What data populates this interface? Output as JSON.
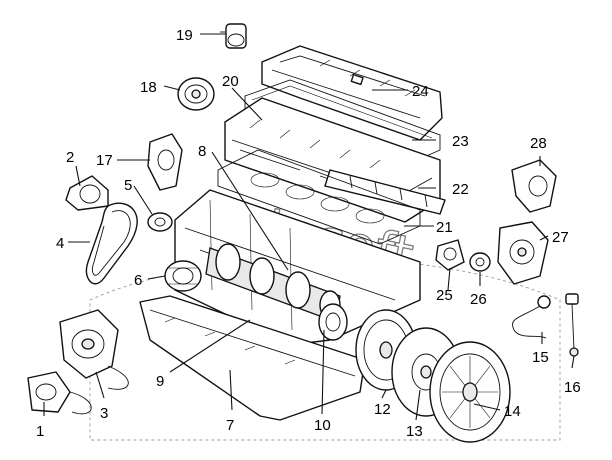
{
  "callouts": [
    {
      "id": "1",
      "label": "1"
    },
    {
      "id": "2",
      "label": "2"
    },
    {
      "id": "3",
      "label": "3"
    },
    {
      "id": "4",
      "label": "4"
    },
    {
      "id": "5",
      "label": "5"
    },
    {
      "id": "6",
      "label": "6"
    },
    {
      "id": "7",
      "label": "7"
    },
    {
      "id": "8",
      "label": "8"
    },
    {
      "id": "9",
      "label": "9"
    },
    {
      "id": "10",
      "label": "10"
    },
    {
      "id": "12",
      "label": "12"
    },
    {
      "id": "13",
      "label": "13"
    },
    {
      "id": "14",
      "label": "14"
    },
    {
      "id": "15",
      "label": "15"
    },
    {
      "id": "16",
      "label": "16"
    },
    {
      "id": "17",
      "label": "17"
    },
    {
      "id": "18",
      "label": "18"
    },
    {
      "id": "19",
      "label": "19"
    },
    {
      "id": "20",
      "label": "20"
    },
    {
      "id": "21",
      "label": "21"
    },
    {
      "id": "22",
      "label": "22"
    },
    {
      "id": "23",
      "label": "23"
    },
    {
      "id": "24",
      "label": "24"
    },
    {
      "id": "25",
      "label": "25"
    },
    {
      "id": "26",
      "label": "26"
    },
    {
      "id": "27",
      "label": "27"
    },
    {
      "id": "28",
      "label": "28"
    }
  ],
  "watermark": "autosoft"
}
